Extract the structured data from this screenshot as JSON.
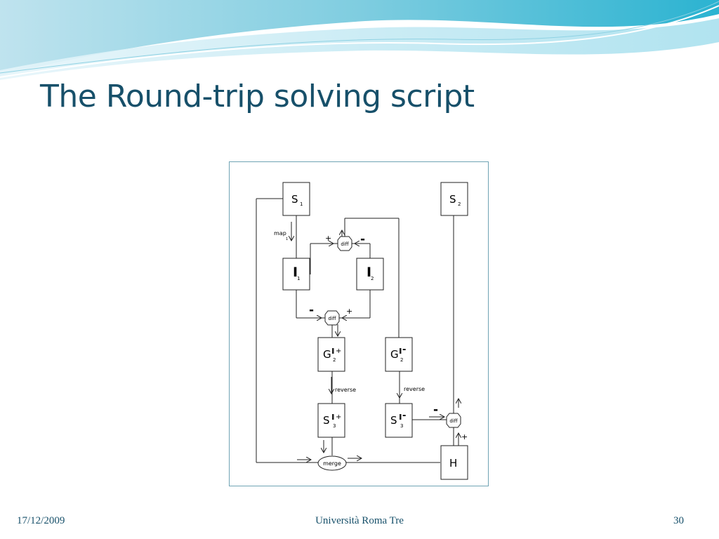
{
  "slide": {
    "title": "The Round-trip solving script",
    "footer_date": "17/12/2009",
    "footer_center": "Università Roma Tre",
    "page_number": "30",
    "accent_color": "#17506a"
  },
  "diagram": {
    "nodes": {
      "s1": {
        "main": "S",
        "sub": "1",
        "sup": ""
      },
      "s2": {
        "main": "S",
        "sub": "2",
        "sup": ""
      },
      "i1": {
        "main": "I",
        "sub": "1",
        "sup": ""
      },
      "i2": {
        "main": "I",
        "sub": "2",
        "sup": ""
      },
      "g2plus": {
        "main": "G",
        "sub": "2",
        "sup": "+"
      },
      "g2minus": {
        "main": "G",
        "sub": "2",
        "sup": "-"
      },
      "s3plus": {
        "main": "S",
        "sub": "3",
        "sup": "+"
      },
      "s3minus": {
        "main": "S",
        "sub": "3",
        "sup": "-"
      },
      "h": {
        "main": "H",
        "sub": "",
        "sup": ""
      }
    },
    "operators": {
      "diff_top": "diff",
      "diff_mid": "diff",
      "diff_right": "diff",
      "merge": "merge"
    },
    "edge_labels": {
      "map_main": "map",
      "map_sub": "1",
      "reverse_left": "reverse",
      "reverse_right": "reverse"
    },
    "signs": {
      "plus": "+",
      "minus": "-"
    }
  }
}
